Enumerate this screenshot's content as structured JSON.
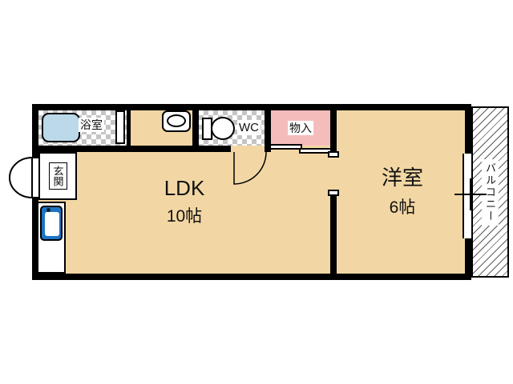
{
  "plan": {
    "rooms": {
      "ldk": {
        "label": "LDK",
        "size": "10帖"
      },
      "western": {
        "label": "洋室",
        "size": "6帖"
      },
      "bathroom": {
        "label": "浴室"
      },
      "wc": {
        "label": "WC"
      },
      "storage": {
        "label": "物入"
      },
      "entrance": {
        "label": "玄関"
      },
      "balcony": {
        "label": "バルコニー"
      }
    },
    "colors": {
      "floor": "#f2d7a4",
      "closet_fill": "#f5bcbc",
      "bathtub_fill": "#bcd9ea",
      "kitchen_sink_fill": "#1d74c4",
      "wall": "#000000",
      "checker_gray": "#c4c4c4"
    }
  }
}
